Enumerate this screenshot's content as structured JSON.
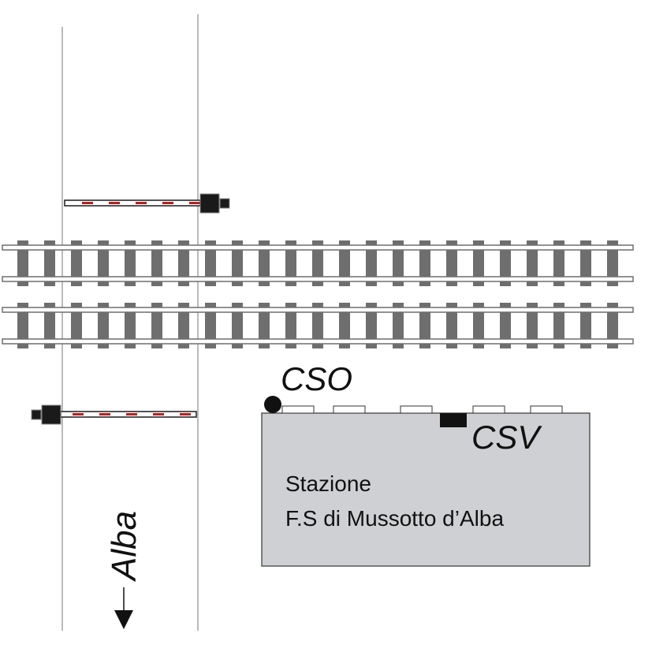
{
  "labels": {
    "cso": "CSO",
    "csv": "CSV",
    "station_line1": "Stazione",
    "station_line2": "F.S  di Mussotto d’Alba",
    "direction": "Alba"
  },
  "colors": {
    "rail": "#6e6e6e",
    "sleeper": "#6e6e6e",
    "station_fill": "#cfd0d3",
    "barrier_red": "#b22222",
    "barrier_body": "#1a1a1a",
    "road_line": "#8c8c8c"
  },
  "icons": {
    "cso_marker": "circle",
    "csv_marker": "rectangle",
    "direction_arrow": "arrow-down"
  }
}
